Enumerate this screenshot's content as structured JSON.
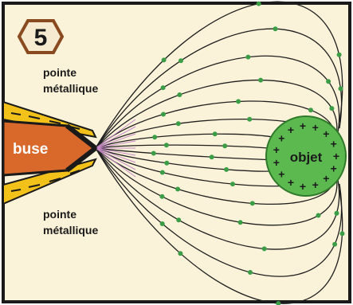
{
  "step_number": "5",
  "labels": {
    "tip_top": [
      "pointe",
      "métallique"
    ],
    "tip_bottom": [
      "pointe",
      "métallique"
    ],
    "nozzle": "buse",
    "object": "objet"
  },
  "object_charge_symbol": "+",
  "colors": {
    "background": "#fbf3d9",
    "frame": "#1a1a1a",
    "badge_fill": "#f6ead0",
    "badge_stroke": "#8a4a20",
    "nozzle": "#d9692a",
    "tip_yellow": "#f2c21a",
    "object_fill": "#5cb94f",
    "object_stroke": "#2f7a2a",
    "field_line": "#1f1f1f",
    "particle": "#3b9e46",
    "droplet_lines": "#c889c8"
  },
  "icons": {
    "badge": "hexagon-number-badge",
    "nozzle": "spray-nozzle-shape",
    "tips": "metal-tip-shape",
    "object": "charged-object-circle"
  }
}
